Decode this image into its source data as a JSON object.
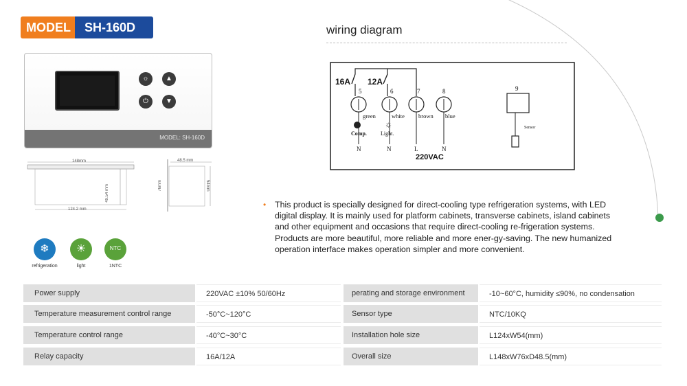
{
  "badge": {
    "prefix": "MODEL",
    "model": "SH-160D"
  },
  "device": {
    "strip_label": "MODEL: SH-160D"
  },
  "dimensions": {
    "width_top": "148mm",
    "height_side": "49.54 mm",
    "width_bottom": "124.2 mm",
    "depth": "48.5 mm",
    "height_left": "76mm",
    "height_right": "54mm"
  },
  "features": [
    {
      "label": "refrigeration",
      "icon": "snowflake-icon",
      "color": "#1e7bc0"
    },
    {
      "label": "light",
      "icon": "lightbulb-icon",
      "color": "#5aa23a"
    },
    {
      "label": "1NTC",
      "icon": "ntc-icon",
      "color": "#5aa23a",
      "badge_text": "NTC"
    }
  ],
  "wiring": {
    "title": "wiring diagram",
    "relay1": "16A",
    "relay2": "12A",
    "terminals": [
      "5",
      "6",
      "7",
      "8",
      "9"
    ],
    "wire_colors": [
      "green",
      "white",
      "brown",
      "blue"
    ],
    "loads": [
      "Comp.",
      "Light."
    ],
    "bottom_labels": [
      "N",
      "N",
      "L",
      "N"
    ],
    "voltage": "220VAC",
    "sensor": "Sensor"
  },
  "description": "This product is specially designed for direct-cooling type refrigeration systems, with LED digital display. It is mainly used for platform cabinets, transverse cabinets, island cabinets and other equipment and occasions that require direct-cooling re-frigeration systems. Products are more beautiful, more reliable and more ener-gy-saving. The new humanized operation interface makes operation simpler and more convenient.",
  "specs": [
    {
      "k1": "Power supply",
      "v1": "220VAC ±10% 50/60Hz",
      "k2": "perating and storage environment",
      "v2": "-10~60°C, humidity ≤90%, no condensation"
    },
    {
      "k1": "Temperature measurement control range",
      "v1": "-50°C~120°C",
      "k2": "Sensor type",
      "v2": "NTC/10KQ"
    },
    {
      "k1": "Temperature control range",
      "v1": "-40°C~30°C",
      "k2": "Installation hole size",
      "v2": "L124xW54(mm)"
    },
    {
      "k1": "Relay capacity",
      "v1": "16A/12A",
      "k2": "Overall size",
      "v2": "L148xW76xD48.5(mm)"
    }
  ],
  "colors": {
    "orange": "#f07e1e",
    "navy": "#1c4b9c",
    "green_dot": "#3b9a4b"
  }
}
